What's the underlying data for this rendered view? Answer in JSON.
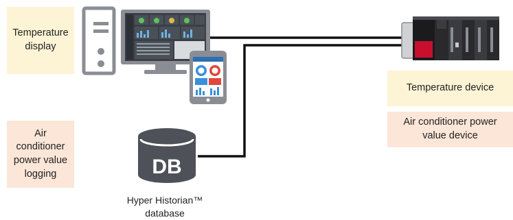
{
  "labels": {
    "temperature_display": [
      "Temperature",
      "display"
    ],
    "ac_logging": [
      "Air",
      "conditioner",
      "power value",
      "logging"
    ],
    "temperature_device": "Temperature device",
    "ac_device": [
      "Air conditioner power",
      "value device"
    ],
    "db_text": "DB",
    "database": [
      "Hyper Historian™",
      "database"
    ]
  },
  "colors": {
    "label_yellow": "#fdf4d6",
    "label_orange": "#fbe6d8",
    "icon_gray": "#8a8d93",
    "db_dark": "#4e5157",
    "plc_red": "#c8102e",
    "line": "#111111"
  }
}
